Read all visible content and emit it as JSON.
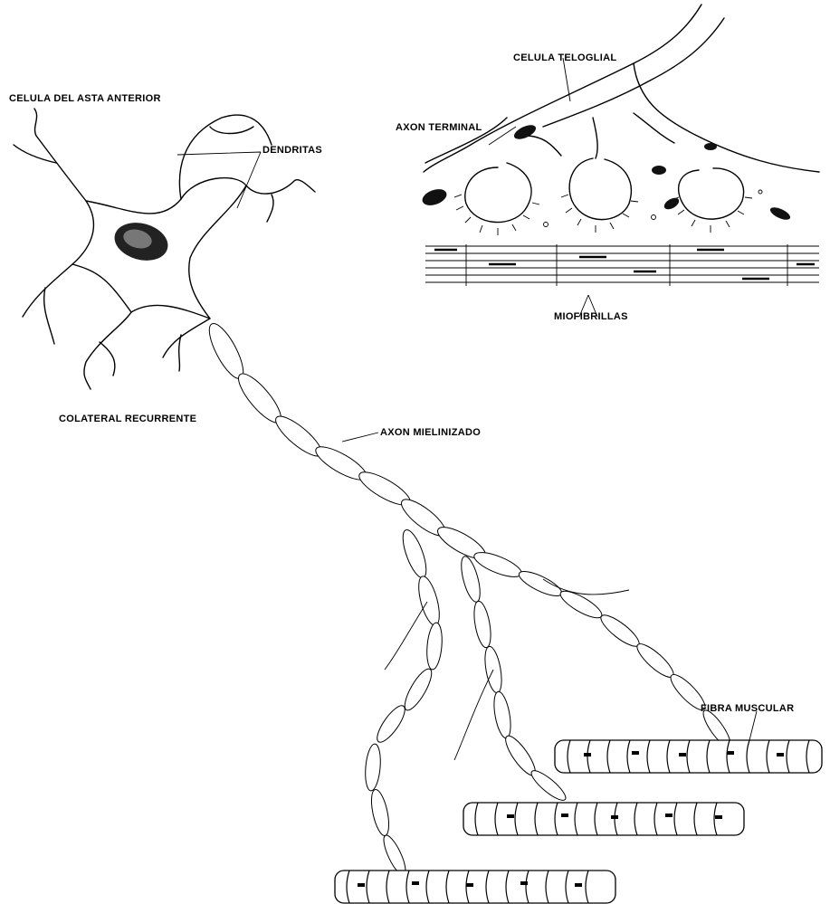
{
  "labels": {
    "cell": "CELULA DEL   ASTA ANTERIOR",
    "dendrites": "DENDRITAS",
    "collateral": "COLATERAL  RECURRENTE",
    "myelinated_axon": "AXON  MIELINIZADO",
    "teloglial_cell": "CELULA TELOGLIAL",
    "axon_terminal": "AXON TERMINAL",
    "myofibrils": "MIOFIBRILLAS",
    "muscle_fiber": "FIBRA MUSCULAR"
  },
  "colors": {
    "ink": "#000000",
    "paper": "#ffffff"
  }
}
